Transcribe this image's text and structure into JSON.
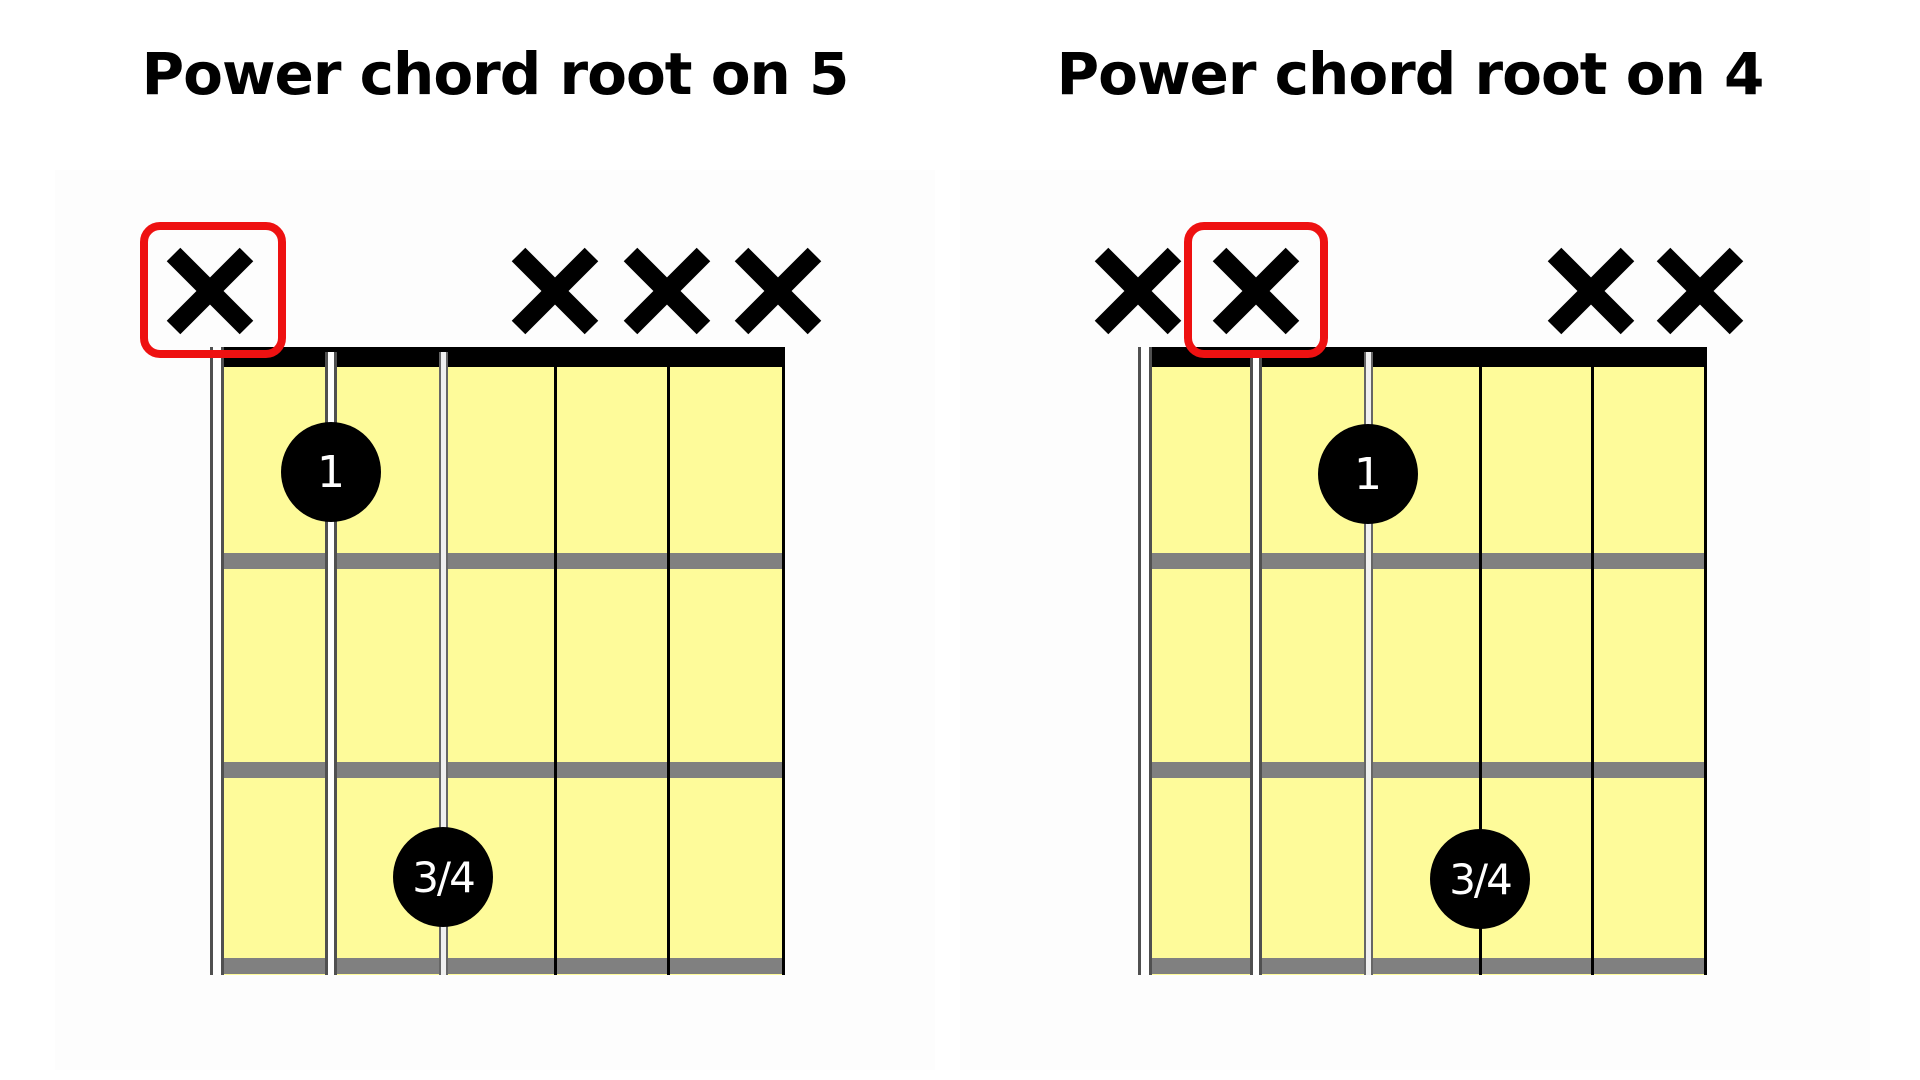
{
  "diagrams": [
    {
      "title": "Power chord root on 5",
      "muted_strings": [
        6,
        3,
        2,
        1
      ],
      "highlighted_mute_string": 6,
      "fingers": [
        {
          "label": "1",
          "string": 5,
          "fret": 1
        },
        {
          "label": "3/4",
          "string": 4,
          "fret": 3
        }
      ]
    },
    {
      "title": "Power chord root on 4",
      "muted_strings": [
        6,
        5,
        2,
        1
      ],
      "highlighted_mute_string": 5,
      "fingers": [
        {
          "label": "1",
          "string": 4,
          "fret": 1
        },
        {
          "label": "3/4",
          "string": 3,
          "fret": 3
        }
      ]
    }
  ],
  "colors": {
    "fretboard": "#fefb9a",
    "nut": "#000000",
    "fret": "#808080",
    "highlight": "#ee1111",
    "finger_dot": "#000000"
  },
  "frets_shown": 3,
  "strings": 6
}
